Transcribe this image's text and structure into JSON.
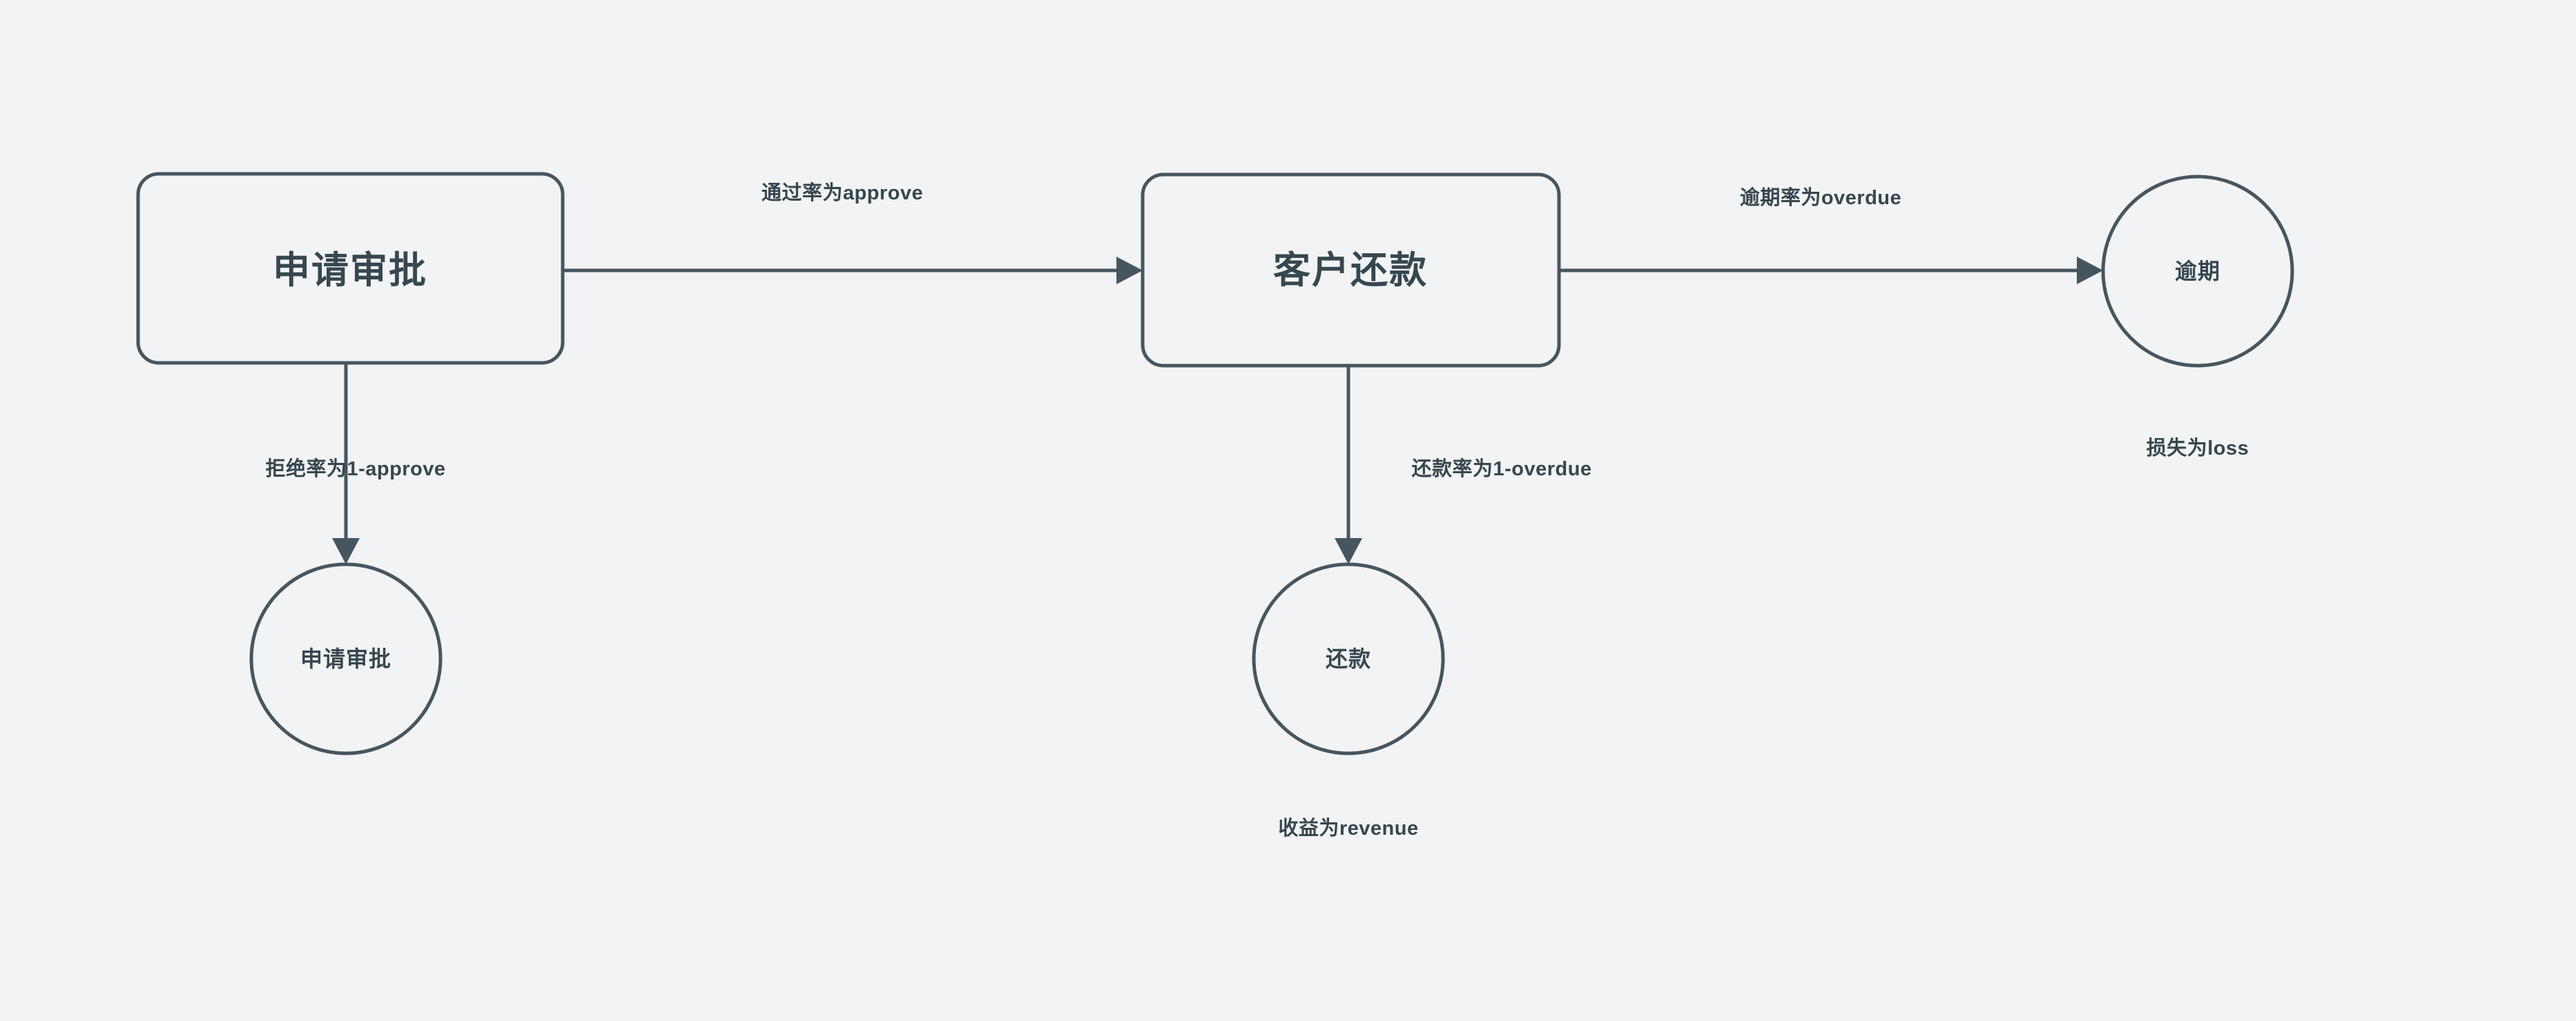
{
  "diagram": {
    "type": "flowchart",
    "background_color": "#f1f3f4",
    "stroke_color": "#47555f",
    "text_color": "#37474f",
    "nodes": [
      {
        "id": "apply",
        "label": "申请审批",
        "shape": "rounded-rect"
      },
      {
        "id": "reject",
        "label": "申请审批",
        "shape": "circle"
      },
      {
        "id": "repay-stage",
        "label": "客户还款",
        "shape": "rounded-rect"
      },
      {
        "id": "repaid",
        "label": "还款",
        "shape": "circle"
      },
      {
        "id": "overdue",
        "label": "逾期",
        "shape": "circle"
      }
    ],
    "edges": [
      {
        "id": "apply-to-repay-stage",
        "from": "apply",
        "to": "repay-stage",
        "label": "通过率为approve"
      },
      {
        "id": "apply-to-reject",
        "from": "apply",
        "to": "reject",
        "label": "拒绝率为1-approve"
      },
      {
        "id": "repay-to-overdue",
        "from": "repay-stage",
        "to": "overdue",
        "label": "逾期率为overdue"
      },
      {
        "id": "repay-to-repaid",
        "from": "repay-stage",
        "to": "repaid",
        "label": "还款率为1-overdue"
      }
    ],
    "annotations": [
      {
        "id": "revenue-note",
        "for": "repaid",
        "label": "收益为revenue"
      },
      {
        "id": "loss-note",
        "for": "overdue",
        "label": "损失为loss"
      }
    ]
  }
}
